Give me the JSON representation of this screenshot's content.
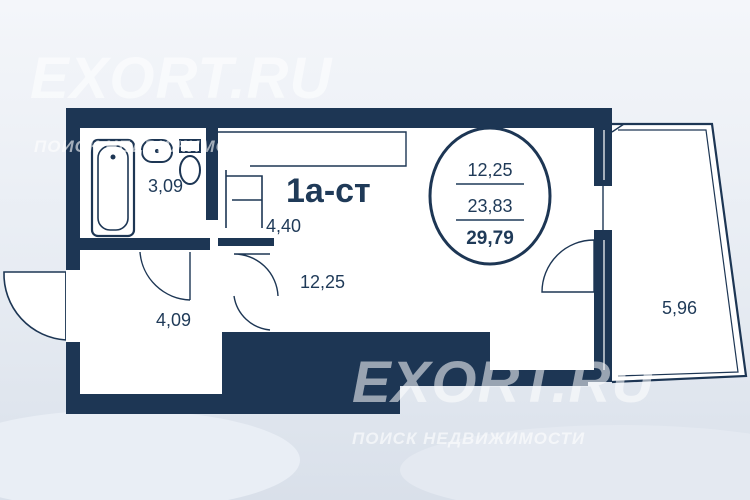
{
  "plan": {
    "type_label": "1а-ст",
    "summary": {
      "living": "12,25",
      "total_without_loggia": "23,83",
      "total": "29,79"
    },
    "rooms": {
      "bathroom": "3,09",
      "hall_storage": "4,40",
      "corridor": "4,09",
      "living_room": "12,25",
      "loggia": "5,96"
    }
  },
  "watermarks": {
    "brand": "EXORT.RU",
    "tagline": "ПОИСК НЕДВИЖИМОСТИ"
  },
  "colors": {
    "wall": "#1d3654",
    "text": "#1f3a58",
    "floor": "#ffffff",
    "background": "#eef1f6"
  }
}
